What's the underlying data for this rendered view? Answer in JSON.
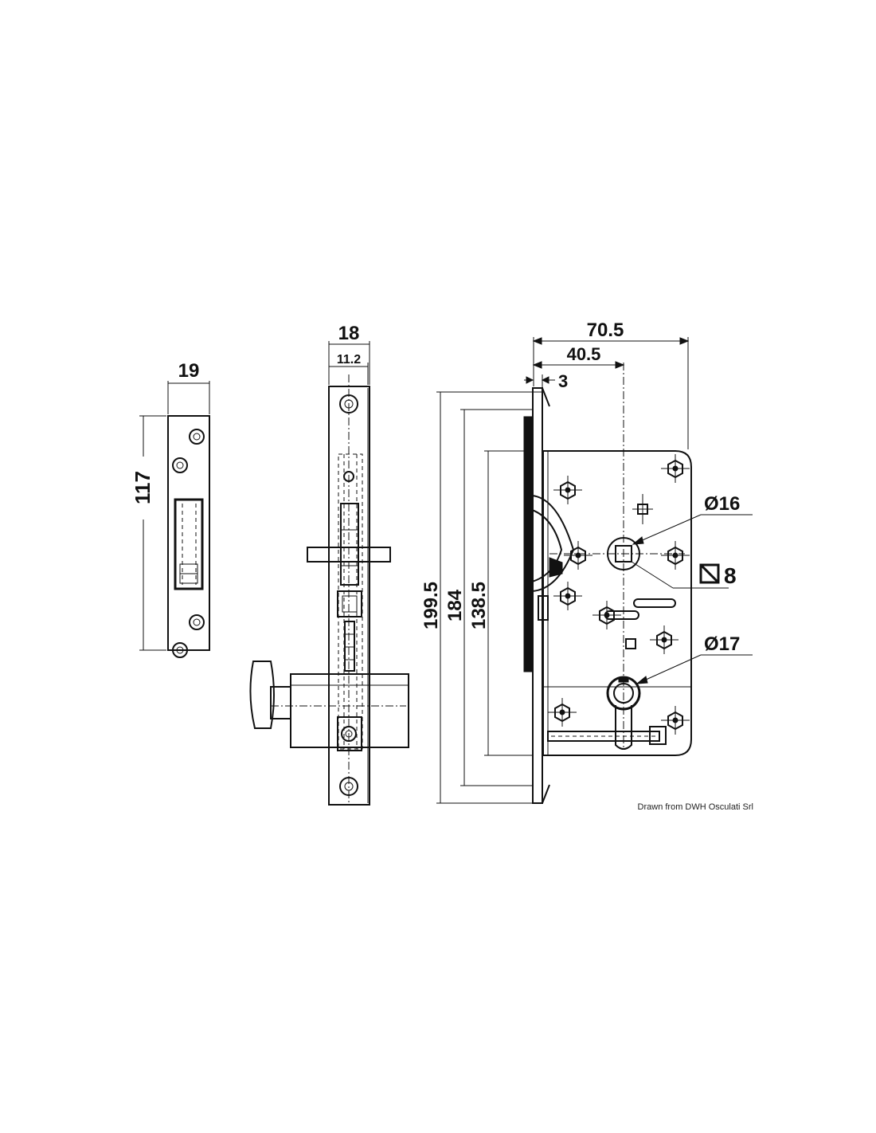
{
  "dimensions": {
    "strike_width": "19",
    "strike_height": "117",
    "faceplate_width": "18",
    "backset_inner": "11.2",
    "total_width": "70.5",
    "spindle_offset": "40.5",
    "faceplate_thickness": "3",
    "overall_height": "199.5",
    "faceplate_height": "184",
    "case_height": "138.5",
    "spindle_hole_diameter": "Ø16",
    "spindle_square": "8",
    "cylinder_hole_diameter": "Ø17"
  },
  "credit": "Drawn from DWH Osculati Srl",
  "colors": {
    "line": "#111111",
    "background": "#ffffff"
  },
  "icons": {
    "square_spindle_symbol": "square-diagonal-icon"
  }
}
